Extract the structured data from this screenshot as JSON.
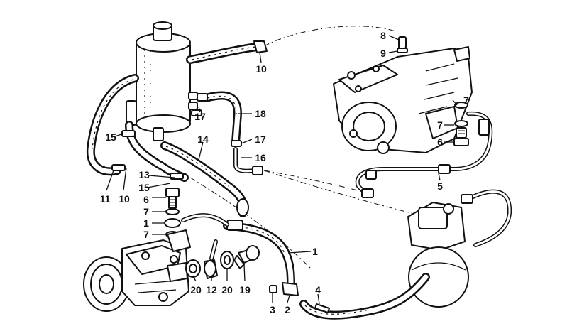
{
  "callouts": [
    {
      "id": "c10a",
      "text": "10"
    },
    {
      "id": "c8",
      "text": "8"
    },
    {
      "id": "c9",
      "text": "9"
    },
    {
      "id": "c17a",
      "text": "17"
    },
    {
      "id": "c18",
      "text": "18"
    },
    {
      "id": "c17b",
      "text": "17"
    },
    {
      "id": "c16",
      "text": "16"
    },
    {
      "id": "c14",
      "text": "14"
    },
    {
      "id": "c15a",
      "text": "15"
    },
    {
      "id": "c13",
      "text": "13"
    },
    {
      "id": "c15b",
      "text": "15"
    },
    {
      "id": "c11",
      "text": "11"
    },
    {
      "id": "c10b",
      "text": "10"
    },
    {
      "id": "c6a",
      "text": "6"
    },
    {
      "id": "c7a",
      "text": "7"
    },
    {
      "id": "c1a",
      "text": "1"
    },
    {
      "id": "c7b",
      "text": "7"
    },
    {
      "id": "c1b",
      "text": "1"
    },
    {
      "id": "c20a",
      "text": "20"
    },
    {
      "id": "c12",
      "text": "12"
    },
    {
      "id": "c20b",
      "text": "20"
    },
    {
      "id": "c19",
      "text": "19"
    },
    {
      "id": "c3",
      "text": "3"
    },
    {
      "id": "c2",
      "text": "2"
    },
    {
      "id": "c4",
      "text": "4"
    },
    {
      "id": "c7c",
      "text": "7"
    },
    {
      "id": "c7d",
      "text": "7"
    },
    {
      "id": "c6b",
      "text": "6"
    },
    {
      "id": "c5",
      "text": "5"
    }
  ]
}
